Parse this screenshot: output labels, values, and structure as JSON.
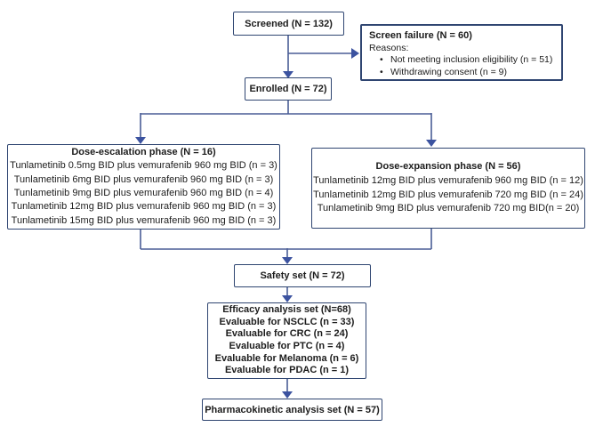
{
  "colors": {
    "box_border": "#2f4571",
    "line": "#4a5d96",
    "arrow": "#3c53a0",
    "text": "#1c1c1c",
    "background": "#ffffff"
  },
  "boxes": {
    "screened": {
      "label": "Screened (N = 132)"
    },
    "screen_failure": {
      "title": "Screen failure (N = 60)",
      "subtitle": "Reasons:",
      "bullet_glyph": "•",
      "bullets": [
        "Not meeting inclusion eligibility (n = 51)",
        "Withdrawing consent (n = 9)"
      ]
    },
    "enrolled": {
      "label": "Enrolled (N = 72)"
    },
    "dose_escalation": {
      "title": "Dose-escalation phase (N = 16)",
      "lines": [
        "Tunlametinib 0.5mg BID plus vemurafenib 960 mg BID (n = 3)",
        "Tunlametinib 6mg BID plus vemurafenib 960 mg BID (n = 3)",
        "Tunlametinib 9mg BID plus vemurafenib 960 mg BID (n = 4)",
        "Tunlametinib 12mg BID plus vemurafenib 960 mg BID (n = 3)",
        "Tunlametinib 15mg BID plus vemurafenib 960 mg BID (n = 3)"
      ]
    },
    "dose_expansion": {
      "title": "Dose-expansion phase (N = 56)",
      "lines": [
        "Tunlametinib 12mg BID plus vemurafenib 960 mg BID (n = 12)",
        "Tunlametinib 12mg BID plus vemurafenib 720 mg BID (n = 24)",
        "Tunlametinib 9mg BID plus vemurafenib 720 mg BID(n = 20)"
      ]
    },
    "safety": {
      "label": "Safety set (N = 72)"
    },
    "efficacy": {
      "lines": [
        "Efficacy analysis set (N=68)",
        "Evaluable for NSCLC (n = 33)",
        "Evaluable for CRC (n = 24)",
        "Evaluable for PTC (n = 4)",
        "Evaluable for Melanoma (n = 6)",
        "Evaluable for PDAC (n = 1)"
      ]
    },
    "pharmacokinetic": {
      "label": "Pharmacokinetic analysis set (N = 57)"
    }
  }
}
